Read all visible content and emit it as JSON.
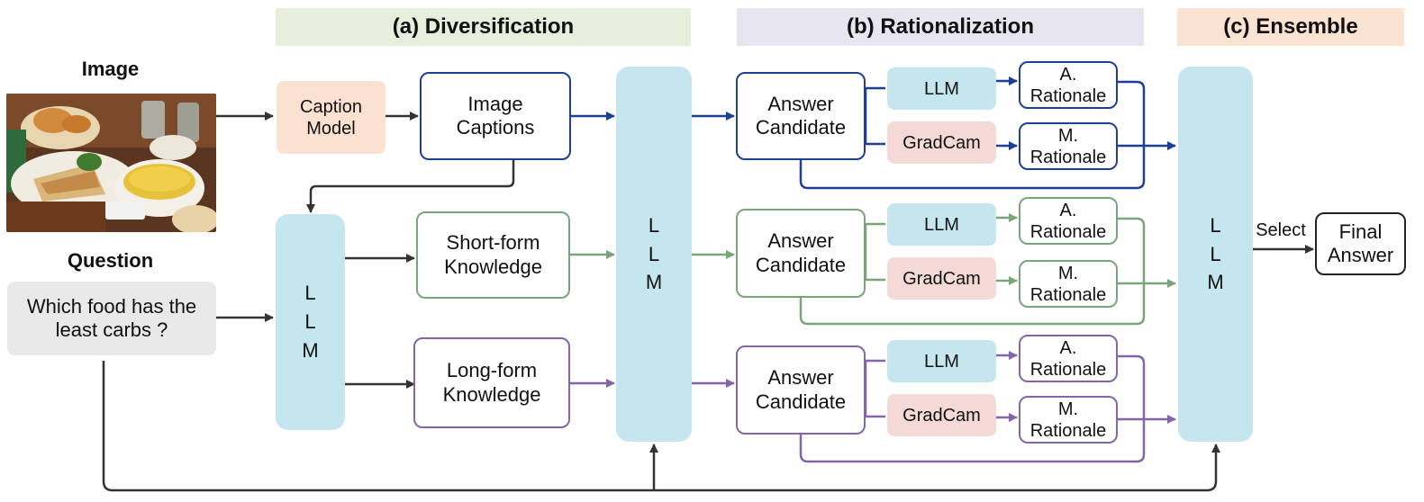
{
  "headers": {
    "diversification": "(a) Diversification",
    "rationalization": "(b) Rationalization",
    "ensemble": "(c) Ensemble"
  },
  "inputs": {
    "image_label": "Image",
    "question_label": "Question",
    "question_text": "Which food has the\nleast carbs ?"
  },
  "diversification": {
    "caption_model": "Caption\nModel",
    "image_captions": "Image\nCaptions",
    "llm": "L\nL\nM",
    "short_form": "Short-form\nKnowledge",
    "long_form": "Long-form\nKnowledge"
  },
  "middle_llm": "L\nL\nM",
  "rationalization": {
    "rows": [
      {
        "answer": "Answer\nCandidate",
        "llm": "LLM",
        "gradcam": "GradCam",
        "a_rationale": "A.\nRationale",
        "m_rationale": "M.\nRationale"
      },
      {
        "answer": "Answer\nCandidate",
        "llm": "LLM",
        "gradcam": "GradCam",
        "a_rationale": "A.\nRationale",
        "m_rationale": "M.\nRationale"
      },
      {
        "answer": "Answer\nCandidate",
        "llm": "LLM",
        "gradcam": "GradCam",
        "a_rationale": "A.\nRationale",
        "m_rationale": "M.\nRationale"
      }
    ]
  },
  "ensemble": {
    "llm": "L\nL\nM",
    "select": "Select",
    "final_answer": "Final\nAnswer"
  },
  "colors": {
    "blue": "#1f3f95",
    "green": "#7aa57a",
    "purple": "#8466a8",
    "dark": "#333333",
    "llm_fill": "#c5e6ef",
    "gradcam_fill": "#f4d9d6",
    "caption_fill": "#fbe1cf",
    "header_a": "#e5efdc",
    "header_b": "#e7e5f0",
    "header_c": "#fbe3d2"
  }
}
